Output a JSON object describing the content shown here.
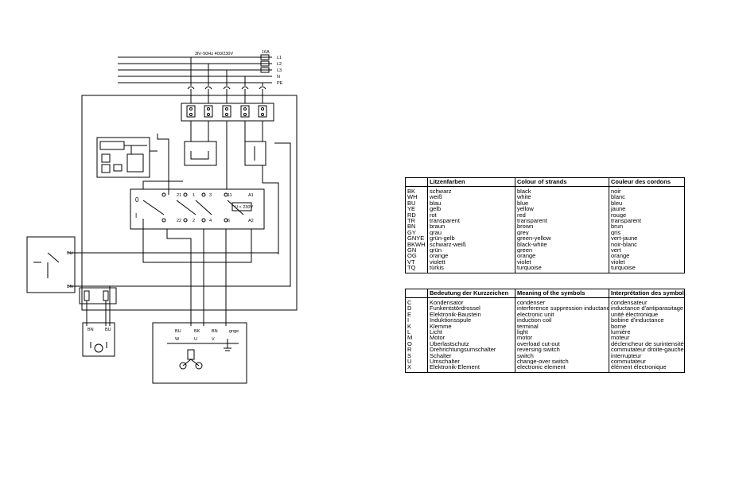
{
  "diagram": {
    "supply_label": "3N~50Hz 400/230V",
    "fuse_label": "16A",
    "lines": [
      "L1",
      "L2",
      "L3",
      "N",
      "PE"
    ],
    "contacts_top": [
      "21",
      "1",
      "3",
      "11",
      "A1"
    ],
    "contacts_bottom": [
      "22",
      "2",
      "4",
      "6",
      "A2"
    ],
    "switch_positions": [
      "0",
      "I"
    ],
    "coil_label": "U < 230V",
    "side_labels": [
      "BU",
      "BN"
    ],
    "lamp_labels": [
      "BN",
      "BU"
    ],
    "motor_top_labels": [
      "BU",
      "BK",
      "BN",
      "gnge"
    ],
    "motor_bottom_labels": [
      "W",
      "U",
      "V"
    ]
  },
  "colour_table": {
    "headers": [
      "",
      "Litzenfarben",
      "Colour of strands",
      "Couleur des cordons"
    ],
    "rows": [
      [
        "BK",
        "schwarz",
        "black",
        "noir"
      ],
      [
        "WH",
        "weiß",
        "white",
        "blanc"
      ],
      [
        "BU",
        "blau",
        "blue",
        "bleu"
      ],
      [
        "YE",
        "gelb",
        "yellow",
        "jaune"
      ],
      [
        "RD",
        "rot",
        "red",
        "rouge"
      ],
      [
        "TR",
        "transparent",
        "transparent",
        "transparent"
      ],
      [
        "BN",
        "braun",
        "brown",
        "brun"
      ],
      [
        "GY",
        "grau",
        "grey",
        "gris"
      ],
      [
        "GNYE",
        "grün-gelb",
        "green-yellow",
        "vert-jaune"
      ],
      [
        "BKWH",
        "schwarz-weiß",
        "black-white",
        "noir-blanc"
      ],
      [
        "GN",
        "grün",
        "green",
        "vert"
      ],
      [
        "OG",
        "orange",
        "orange",
        "orange"
      ],
      [
        "VT",
        "violett",
        "violet",
        "violet"
      ],
      [
        "TQ",
        "türkis",
        "turquoise",
        "turquoise"
      ]
    ]
  },
  "symbol_table": {
    "headers": [
      "",
      "Bedeutung der Kurzzeichen",
      "Meaning of the symbols",
      "Interprétation des symboles"
    ],
    "rows": [
      [
        "C",
        "Kondensator",
        "condenser",
        "condensateur"
      ],
      [
        "D",
        "Funkentstördrossel",
        "interference suppression inductance",
        "inductance d'antiparasitage"
      ],
      [
        "E",
        "Elektronik-Baustein",
        "electronic unit",
        "unité électronique"
      ],
      [
        "I",
        "Induktionsspule",
        "induction coil",
        "bobine d'inductance"
      ],
      [
        "K",
        "Klemme",
        "terminal",
        "borne"
      ],
      [
        "L",
        "Licht",
        "light",
        "lumière"
      ],
      [
        "M",
        "Motor",
        "motor",
        "moteur"
      ],
      [
        "O",
        "Überlastschutz",
        "overload cut-out",
        "déclencheur de surintensité"
      ],
      [
        "R",
        "Drehrichtungsumschalter",
        "reversing switch",
        "commutateur droite-gauche"
      ],
      [
        "S",
        "Schalter",
        "switch",
        "interrupteur"
      ],
      [
        "U",
        "Umschalter",
        "change-over switch",
        "commutateur"
      ],
      [
        "X",
        "Elektronik-Element",
        "electronic element",
        "élément électronique"
      ]
    ]
  }
}
